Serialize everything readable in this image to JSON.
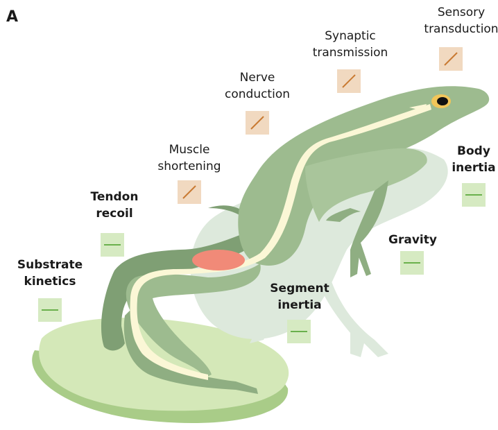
{
  "panel_letter": "A",
  "colors": {
    "delay_box": "#f1d9c0",
    "delay_line": "#c97a32",
    "inertia_box": "#d6eac2",
    "inertia_line": "#6ab04c",
    "frog_body": "#9dbb8f",
    "frog_dark": "#7f9f74",
    "frog_shadow": "#dde9dc",
    "nerve": "#fbf7d6",
    "muscle": "#f18a78",
    "lily_pad": "#cfe4b0",
    "lily_pad_edge": "#a9cc88"
  },
  "labels": {
    "sensory": {
      "line1": "Sensory",
      "line2": "transduction",
      "kind": "delay",
      "icon": "diagonal-line-icon"
    },
    "synaptic": {
      "line1": "Synaptic",
      "line2": "transmission",
      "kind": "delay",
      "icon": "diagonal-line-icon"
    },
    "nerve": {
      "line1": "Nerve",
      "line2": "conduction",
      "kind": "delay",
      "icon": "diagonal-line-icon"
    },
    "muscle": {
      "line1": "Muscle",
      "line2": "shortening",
      "kind": "delay",
      "icon": "diagonal-line-icon"
    },
    "tendon": {
      "line1": "Tendon",
      "line2": "recoil",
      "kind": "inertia",
      "icon": "flat-line-icon"
    },
    "substrate": {
      "line1": "Substrate",
      "line2": "kinetics",
      "kind": "inertia",
      "icon": "flat-line-icon"
    },
    "body_inertia": {
      "line1": "Body",
      "line2": "inertia",
      "kind": "inertia",
      "icon": "flat-line-icon"
    },
    "gravity": {
      "line1": "Gravity",
      "kind": "inertia",
      "icon": "flat-line-icon"
    },
    "segment": {
      "line1": "Segment",
      "line2": "inertia",
      "kind": "inertia",
      "icon": "flat-line-icon"
    }
  }
}
